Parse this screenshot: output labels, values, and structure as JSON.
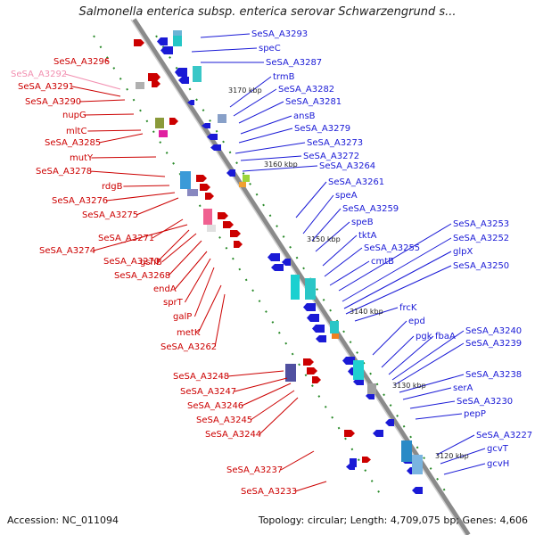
{
  "title": "Salmonella enterica subsp. enterica serovar Schwarzengrund s...",
  "footer": {
    "accession": "Accession: NC_011094",
    "summary": "Topology: circular; Length: 4,709,075 bp; Genes: 4,606"
  },
  "scale_labels": [
    "3170 kbp",
    "3160 kbp",
    "3150 kbp",
    "3140 kbp",
    "3130 kbp",
    "3120 kbp"
  ],
  "left_genes": [
    "SeSA_A3296",
    "SeSA_A3292",
    "SeSA_A3291",
    "SeSA_A3290",
    "nupG",
    "mltC",
    "SeSA_A3285",
    "mutY",
    "SeSA_A3278",
    "rdgB",
    "SeSA_A3276",
    "SeSA_A3275",
    "SeSA_A3271",
    "SeSA_A3274",
    "SeSA_A3270",
    "gshB",
    "SeSA_A3268",
    "endA",
    "sprT",
    "galP",
    "metK",
    "SeSA_A3262",
    "SeSA_A3248",
    "SeSA_A3247",
    "SeSA_A3246",
    "SeSA_A3245",
    "SeSA_A3244",
    "SeSA_A3237",
    "SeSA_A3233"
  ],
  "right_genes": [
    "SeSA_A3293",
    "speC",
    "SeSA_A3287",
    "trmB",
    "SeSA_A3282",
    "SeSA_A3281",
    "ansB",
    "SeSA_A3279",
    "SeSA_A3273",
    "SeSA_A3272",
    "SeSA_A3264",
    "SeSA_A3261",
    "speA",
    "SeSA_A3259",
    "speB",
    "tktA",
    "SeSA_A3255",
    "cmtB",
    "SeSA_A3253",
    "SeSA_A3252",
    "glpX",
    "SeSA_A3250",
    "frcK",
    "epd",
    "pgk",
    "fbaA",
    "SeSA_A3240",
    "SeSA_A3239",
    "SeSA_A3238",
    "serA",
    "SeSA_A3230",
    "pepP",
    "SeSA_A3227",
    "gcvT",
    "gcvH"
  ],
  "colors": {
    "forward_strand": "#1a1ad6",
    "reverse_strand": "#cc0000",
    "backbone": "#808080"
  }
}
